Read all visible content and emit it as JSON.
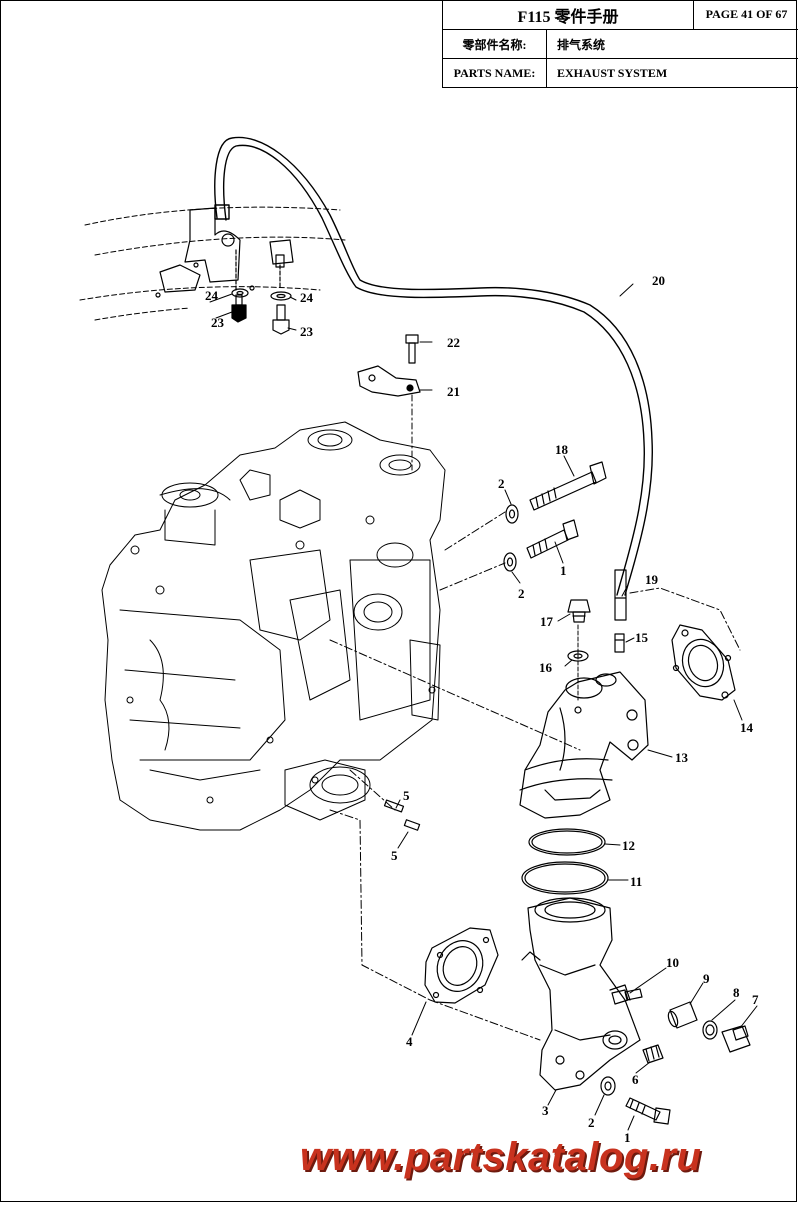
{
  "header": {
    "manual_title": "F115 零件手册",
    "page": "PAGE 41 OF 67",
    "part_name_label_cn": "零部件名称:",
    "part_name_value_cn": "排气系统",
    "part_name_label_en": "PARTS NAME:",
    "part_name_value_en": "EXHAUST SYSTEM"
  },
  "callouts": {
    "c1a": "1",
    "c1b": "1",
    "c2a": "2",
    "c2b": "2",
    "c2c": "2",
    "c3": "3",
    "c4": "4",
    "c5a": "5",
    "c5b": "5",
    "c6": "6",
    "c7": "7",
    "c8": "8",
    "c9": "9",
    "c10": "10",
    "c11": "11",
    "c12": "12",
    "c13": "13",
    "c14": "14",
    "c15": "15",
    "c16": "16",
    "c17": "17",
    "c18": "18",
    "c19": "19",
    "c20": "20",
    "c21": "21",
    "c22": "22",
    "c23a": "23",
    "c23b": "23",
    "c24a": "24",
    "c24b": "24"
  },
  "watermark": "www.partskatalog.ru"
}
